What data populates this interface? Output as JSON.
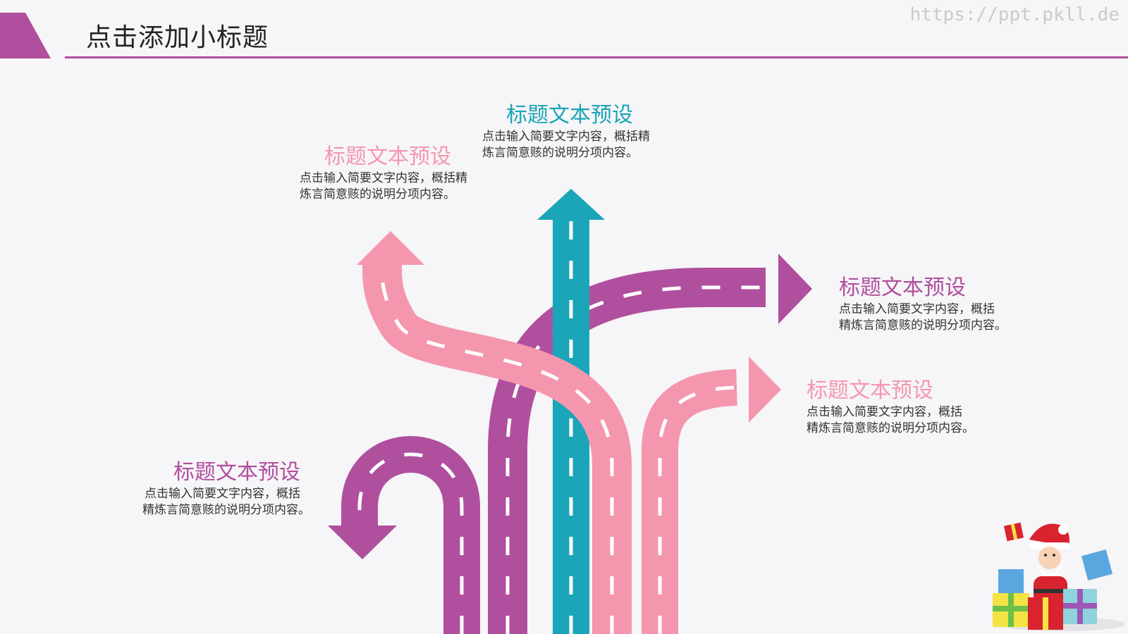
{
  "header": {
    "title": "点击添加小标题",
    "watermark": "https://ppt.pkll.de"
  },
  "colors": {
    "purple": "#b04f9e",
    "pink": "#f497ae",
    "teal": "#1aa5b8",
    "line": "#ffffff"
  },
  "labels": [
    {
      "title": "标题文本预设",
      "line1": "点击输入简要文字内容，概括精",
      "line2": "炼言简意赅的说明分项内容。"
    },
    {
      "title": "标题文本预设",
      "line1": "点击输入简要文字内容，概括精",
      "line2": "炼言简意赅的说明分项内容。"
    },
    {
      "title": "标题文本预设",
      "line1": "点击输入简要文字内容，概括",
      "line2": "精炼言简意赅的说明分项内容。"
    },
    {
      "title": "标题文本预设",
      "line1": "点击输入简要文字内容，概括",
      "line2": "精炼言简意赅的说明分项内容。"
    },
    {
      "title": "标题文本预设",
      "line1": "点击输入简要文字内容，概括",
      "line2": "精炼言简意赅的说明分项内容。"
    }
  ]
}
